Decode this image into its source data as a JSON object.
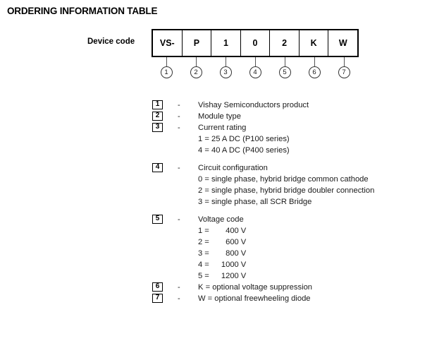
{
  "page": {
    "title": "ORDERING INFORMATION TABLE",
    "background": "#ffffff",
    "text_color": "#1a1a1a"
  },
  "device_code": {
    "label": "Device code",
    "cells": [
      {
        "value": "VS-",
        "callout": "1"
      },
      {
        "value": "P",
        "callout": "2"
      },
      {
        "value": "1",
        "callout": "3"
      },
      {
        "value": "0",
        "callout": "4"
      },
      {
        "value": "2",
        "callout": "5"
      },
      {
        "value": "K",
        "callout": "6"
      },
      {
        "value": "W",
        "callout": "7"
      }
    ]
  },
  "legend": {
    "separator": "-",
    "sections": [
      {
        "index": "1",
        "title": "Vishay Semiconductors product",
        "sublines": []
      },
      {
        "index": "2",
        "title": "Module type",
        "sublines": []
      },
      {
        "index": "3",
        "title": "Current rating",
        "sublines": [
          "1 = 25 A DC (P100 series)",
          "4 = 40 A DC (P400 series)"
        ]
      },
      {
        "index": "4",
        "title": "Circuit configuration",
        "sublines": [
          "0 = single phase, hybrid bridge common cathode",
          "2 = single phase, hybrid bridge doubler connection",
          "3 = single phase, all SCR Bridge"
        ]
      },
      {
        "index": "5",
        "title": "Voltage code",
        "voltage_rows": [
          {
            "code": "1",
            "eq": "=",
            "value": "400",
            "unit": "V"
          },
          {
            "code": "2",
            "eq": "=",
            "value": "600",
            "unit": "V"
          },
          {
            "code": "3",
            "eq": "=",
            "value": "800",
            "unit": "V"
          },
          {
            "code": "4",
            "eq": "=",
            "value": "1000",
            "unit": "V"
          },
          {
            "code": "5",
            "eq": "=",
            "value": "1200",
            "unit": "V"
          }
        ]
      },
      {
        "index": "6",
        "title": "K = optional voltage suppression",
        "sublines": []
      },
      {
        "index": "7",
        "title": "W = optional freewheeling diode",
        "sublines": []
      }
    ]
  }
}
